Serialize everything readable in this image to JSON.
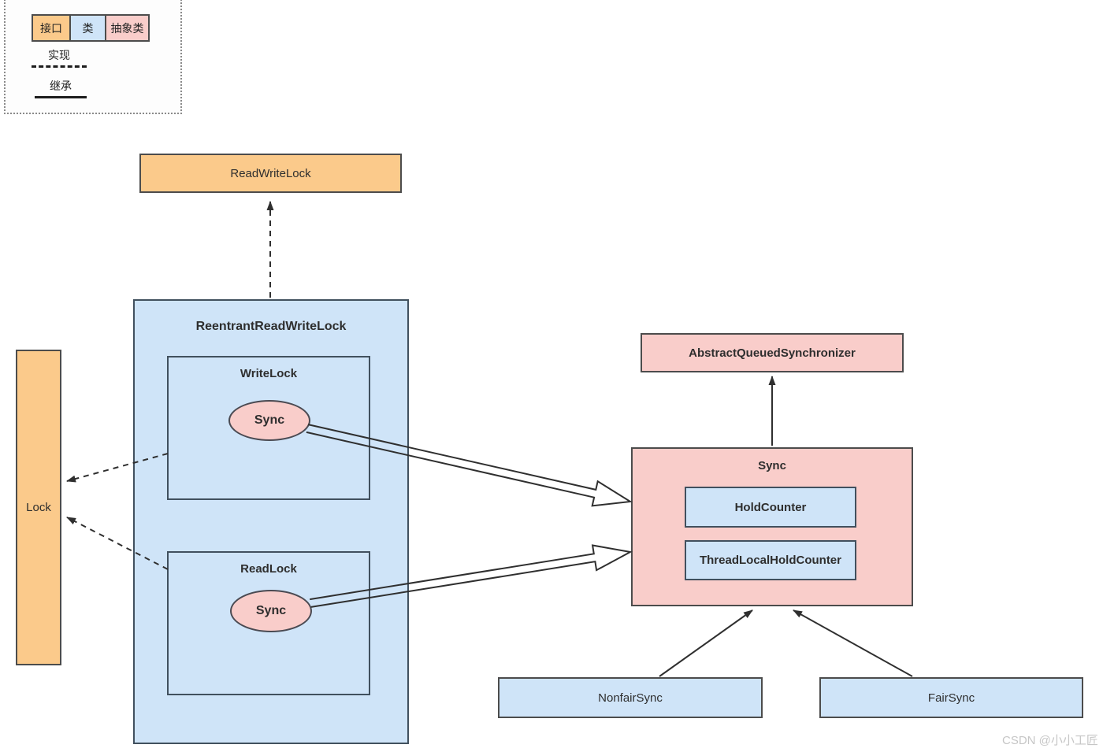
{
  "colors": {
    "interface_fill": "#fbca8b",
    "class_fill": "#cfe4f8",
    "abstract_fill": "#f9cdca",
    "box_border": "#4c4c4c",
    "class_border": "#41505e",
    "connector": "#2f2f2f",
    "watermark": "#c6c6c6"
  },
  "legend": {
    "interface_label": "接口",
    "class_label": "类",
    "abstract_label": "抽象类",
    "implements_label": "实现",
    "extends_label": "继承"
  },
  "nodes": {
    "read_write_lock": "ReadWriteLock",
    "reentrant_read_write_lock": "ReentrantReadWriteLock",
    "write_lock": "WriteLock",
    "write_lock_sync": "Sync",
    "read_lock": "ReadLock",
    "read_lock_sync": "Sync",
    "lock": "Lock",
    "aqs": "AbstractQueuedSynchronizer",
    "sync": "Sync",
    "hold_counter": "HoldCounter",
    "thread_local_hold_counter": "ThreadLocalHoldCounter",
    "nonfair_sync": "NonfairSync",
    "fair_sync": "FairSync"
  },
  "watermark": "CSDN @小小工匠"
}
